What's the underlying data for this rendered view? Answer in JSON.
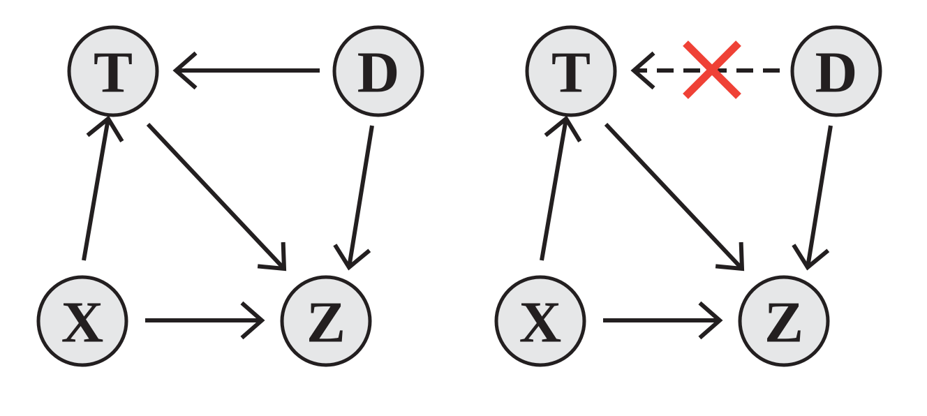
{
  "diagrams": [
    {
      "id": "left",
      "nodes": [
        {
          "id": "T",
          "label": "T"
        },
        {
          "id": "D",
          "label": "D"
        },
        {
          "id": "X",
          "label": "X"
        },
        {
          "id": "Z",
          "label": "Z"
        }
      ],
      "edges": [
        {
          "from": "D",
          "to": "T",
          "style": "solid",
          "removed": false
        },
        {
          "from": "X",
          "to": "T",
          "style": "solid",
          "removed": false
        },
        {
          "from": "T",
          "to": "Z",
          "style": "solid",
          "removed": false
        },
        {
          "from": "D",
          "to": "Z",
          "style": "solid",
          "removed": false
        },
        {
          "from": "X",
          "to": "Z",
          "style": "solid",
          "removed": false
        }
      ]
    },
    {
      "id": "right",
      "nodes": [
        {
          "id": "T",
          "label": "T"
        },
        {
          "id": "D",
          "label": "D"
        },
        {
          "id": "X",
          "label": "X"
        },
        {
          "id": "Z",
          "label": "Z"
        }
      ],
      "edges": [
        {
          "from": "D",
          "to": "T",
          "style": "dashed",
          "removed": true
        },
        {
          "from": "X",
          "to": "T",
          "style": "solid",
          "removed": false
        },
        {
          "from": "T",
          "to": "Z",
          "style": "solid",
          "removed": false
        },
        {
          "from": "D",
          "to": "Z",
          "style": "solid",
          "removed": false
        },
        {
          "from": "X",
          "to": "Z",
          "style": "solid",
          "removed": false
        }
      ]
    }
  ],
  "colors": {
    "node_fill": "#e6e7e8",
    "stroke": "#231f20",
    "removed_mark": "#ef4136",
    "background": "#ffffff"
  }
}
